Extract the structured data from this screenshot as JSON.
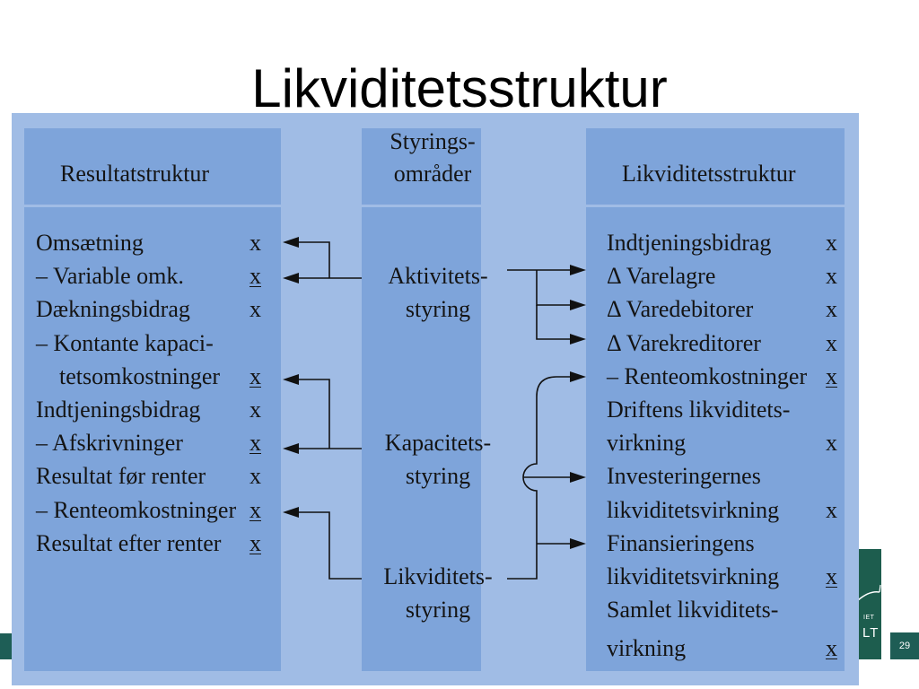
{
  "slide": {
    "title": "Likviditetsstruktur",
    "page_number": "29"
  },
  "logo": {
    "text_top": "IET",
    "text_bottom": "LT"
  },
  "colors": {
    "panel": "#a0bce5",
    "column": "#7ea4da",
    "brand_footer": "#1e5e56"
  },
  "diagram": {
    "result": {
      "header": "Resultatstruktur",
      "rows": [
        {
          "label": "Omsætning",
          "value": "x"
        },
        {
          "label": "– Variable omk.",
          "value": "x"
        },
        {
          "label": "Dækningsbidrag",
          "value": "x"
        },
        {
          "label": "– Kontante kapaci-"
        },
        {
          "label": "tetsomkostninger",
          "value": "x"
        },
        {
          "label": "Indtjeningsbidrag",
          "value": "x"
        },
        {
          "label": "– Afskrivninger",
          "value": "x"
        },
        {
          "label": "Resultat før renter",
          "value": "x"
        },
        {
          "label": "– Renteomkostninger",
          "value": "x"
        },
        {
          "label": "Resultat efter renter",
          "value": "x"
        }
      ]
    },
    "control": {
      "header_line1": "Styrings-",
      "header_line2": "områder",
      "areas": [
        {
          "line1": "Aktivitets-",
          "line2": "styring"
        },
        {
          "line1": "Kapacitets-",
          "line2": "styring"
        },
        {
          "line1": "Likviditets-",
          "line2": "styring"
        }
      ]
    },
    "liquidity": {
      "header": "Likviditetsstruktur",
      "rows": [
        {
          "label": "Indtjeningsbidrag",
          "value": "x"
        },
        {
          "label": "Δ Varelagre",
          "value": "x"
        },
        {
          "label": "Δ Varedebitorer",
          "value": "x"
        },
        {
          "label": "Δ Varekreditorer",
          "value": "x"
        },
        {
          "label": "– Renteomkostninger",
          "value": "x"
        },
        {
          "label": "Driftens likviditets-"
        },
        {
          "label": "virkning",
          "value": "x"
        },
        {
          "label": "Investeringernes"
        },
        {
          "label": "likviditetsvirkning",
          "value": "x"
        },
        {
          "label": "Finansieringens"
        },
        {
          "label": "likviditetsvirkning",
          "value": "x"
        },
        {
          "label": "Samlet likviditets-"
        },
        {
          "label": "virkning",
          "value": "x"
        }
      ]
    }
  }
}
